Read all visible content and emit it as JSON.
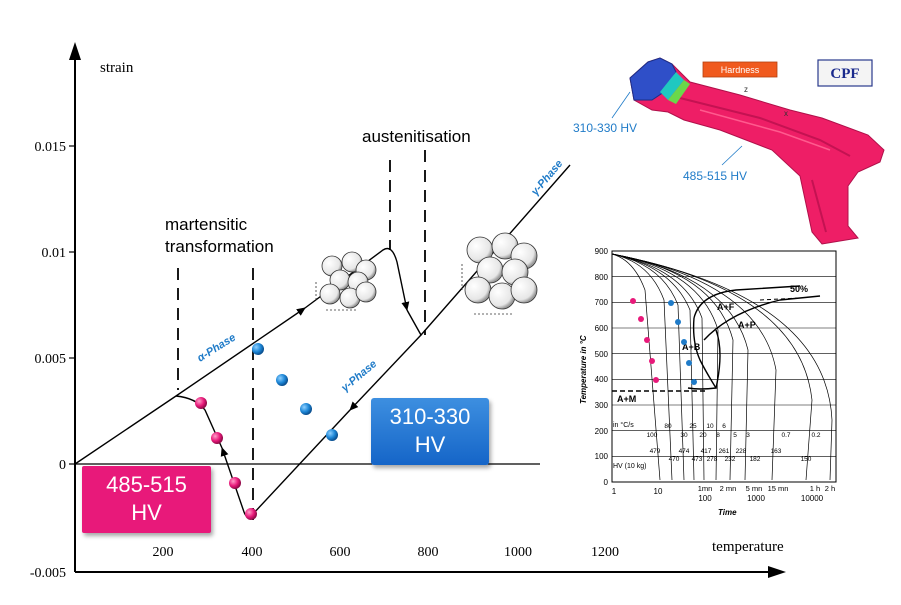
{
  "axes": {
    "y_label": "strain",
    "x_label": "temperature",
    "y_ticks": [
      "0.015",
      "0.01",
      "0.005",
      "0",
      "-0.005"
    ],
    "x_ticks": [
      "200",
      "400",
      "600",
      "800",
      "1000",
      "1200"
    ]
  },
  "annotations": {
    "austenitisation": "austenitisation",
    "martensitic_line1": "martensitic",
    "martensitic_line2": "transformation",
    "gamma_phase": "γ-Phase",
    "alpha_phase": "α-Phase"
  },
  "hv_boxes": {
    "low": {
      "line1": "310-330",
      "line2": "HV"
    },
    "high": {
      "line1": "485-515",
      "line2": "HV"
    }
  },
  "part_render": {
    "hardness_label": "Hardness",
    "cpf_logo": "CPF",
    "label_low": "310-330 HV",
    "label_high": "485-515 HV"
  },
  "cct_diagram": {
    "y_axis_label": "Temperature in °C",
    "x_axis_label": "Time",
    "y_ticks": [
      "900",
      "800",
      "700",
      "600",
      "500",
      "400",
      "300",
      "200",
      "100",
      "0"
    ],
    "x_ticks": [
      "1",
      "10",
      "100",
      "1000",
      "10000"
    ],
    "time_marks": [
      "1mn",
      "2 mn",
      "5 mn",
      "15 mn",
      "1 h",
      "2 h"
    ],
    "phase_labels": [
      "A+F",
      "A+P",
      "A+B",
      "A+M",
      "50%"
    ],
    "rate_label": "in °C/s",
    "rate_values": [
      "100",
      "80",
      "30",
      "25",
      "20",
      "10",
      "8",
      "6",
      "5",
      "3",
      "0.7",
      "0.2"
    ],
    "hv_label": "HV (10 kg)",
    "hv_values": [
      "479",
      "474",
      "470",
      "473",
      "417",
      "278",
      "261",
      "232",
      "228",
      "182",
      "163",
      "150"
    ]
  },
  "colors": {
    "pink": "#e8197a",
    "blue": "#1f7bc8",
    "axis": "#000000"
  }
}
